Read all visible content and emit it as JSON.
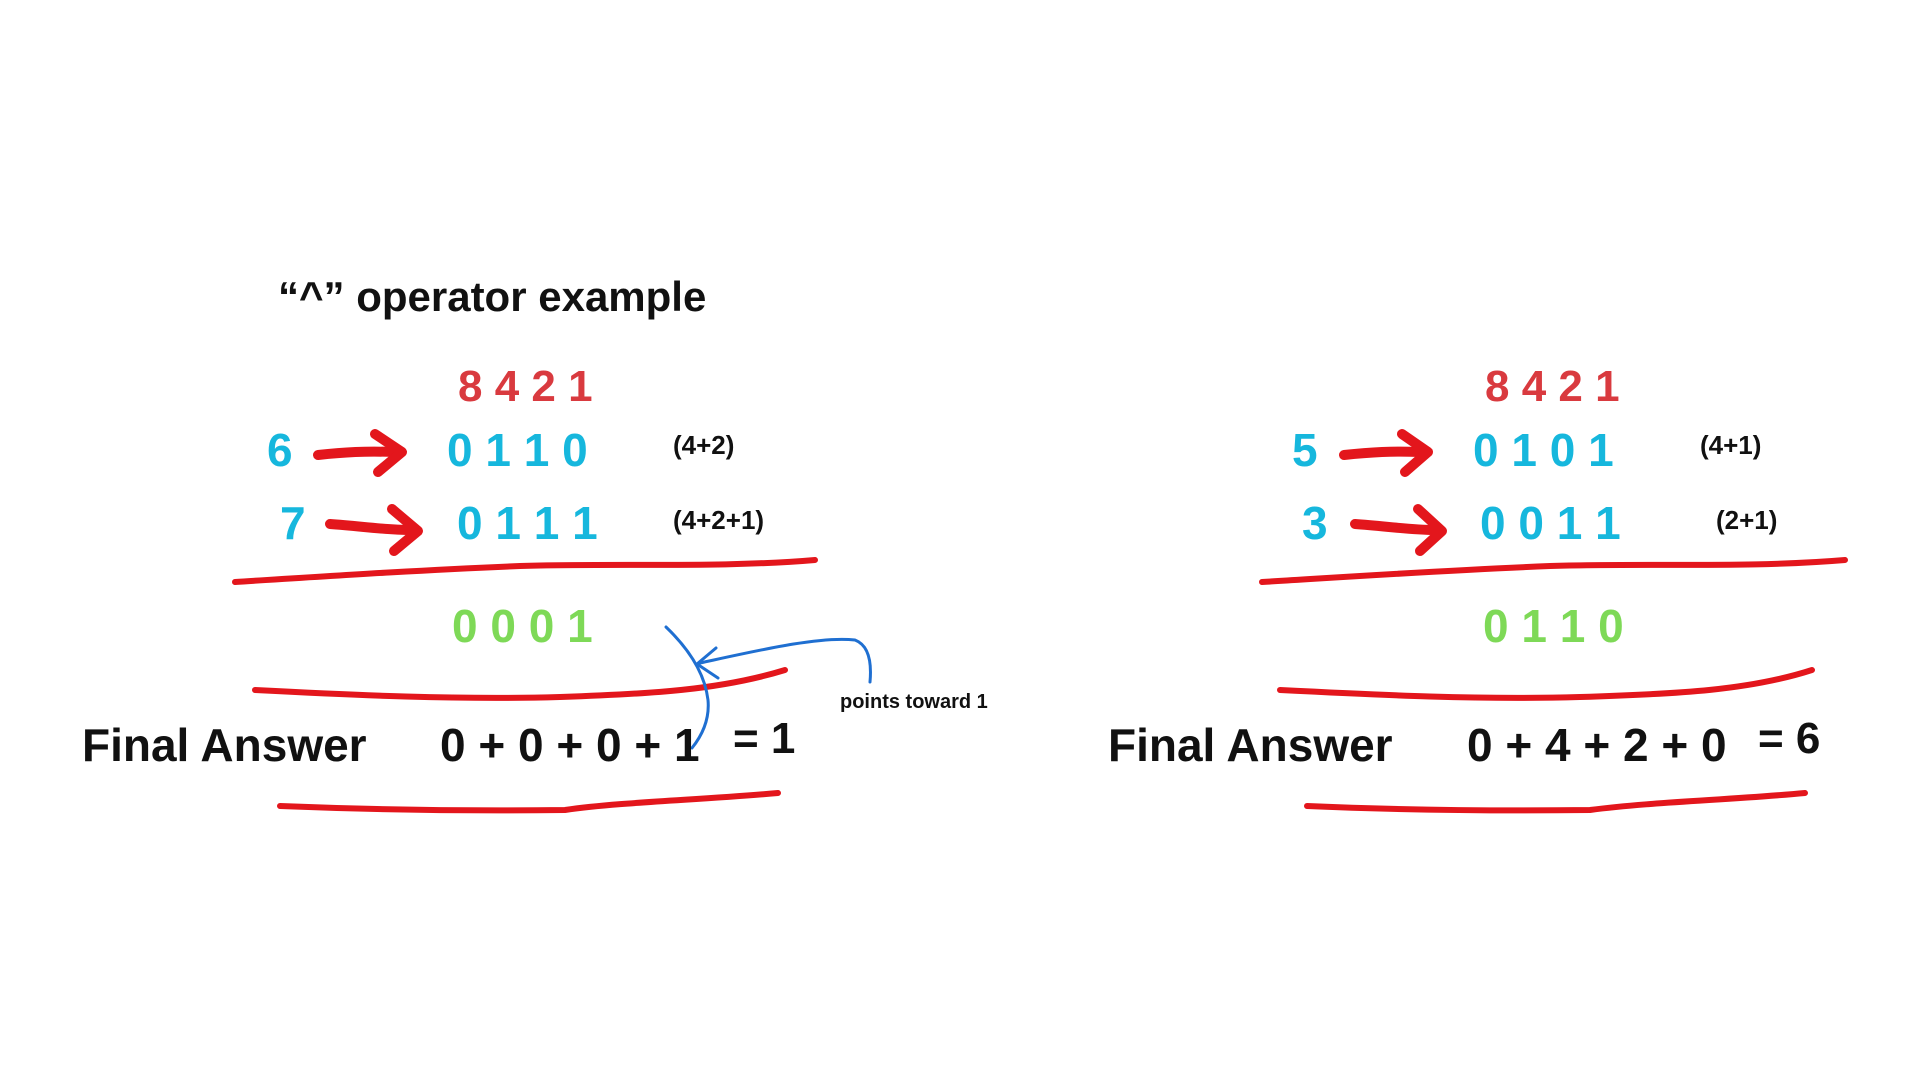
{
  "title": "“^” operator example",
  "left": {
    "weights": "8  4  2 1",
    "row1": {
      "number": "6",
      "bits": "0   1  1  0",
      "note": "(4+2)"
    },
    "row2": {
      "number": "7",
      "bits": "0   1   1  1",
      "note": "(4+2+1)"
    },
    "result_bits": "0   0  0  1",
    "final_label": "Final Answer",
    "sum": "0 + 0 + 0 + 1",
    "equals": "= 1",
    "pointer_label": "points toward 1"
  },
  "right": {
    "weights": "8  4  2 1",
    "row1": {
      "number": "5",
      "bits": "0   1  0  1",
      "note": "(4+1)"
    },
    "row2": {
      "number": "3",
      "bits": "0   0  1  1",
      "note": "(2+1)"
    },
    "result_bits": "0   1  1  0",
    "final_label": "Final Answer",
    "sum": "0 + 4 + 2 + 0",
    "equals": "= 6"
  },
  "colors": {
    "operands": "#16b7dd",
    "weights": "#d93a3f",
    "result": "#7ed957",
    "strokes": "#e3161c",
    "pointer": "#1f6fd1",
    "text": "#111111"
  }
}
